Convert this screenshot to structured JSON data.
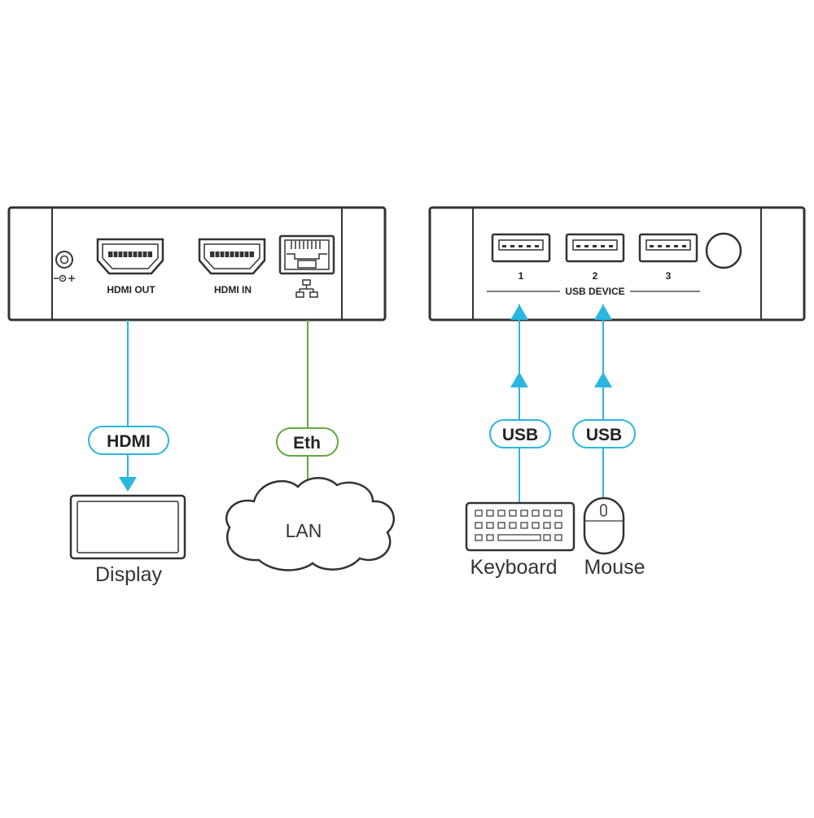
{
  "left_device": {
    "ports": {
      "hdmi_out": "HDMI OUT",
      "hdmi_in": "HDMI IN"
    }
  },
  "right_device": {
    "usb_numbers": [
      "1",
      "2",
      "3"
    ],
    "usb_group_label": "USB DEVICE"
  },
  "connections": {
    "hdmi": "HDMI",
    "eth": "Eth",
    "usb_keyboard": "USB",
    "usb_mouse": "USB"
  },
  "devices": {
    "display": "Display",
    "lan": "LAN",
    "keyboard": "Keyboard",
    "mouse": "Mouse"
  },
  "colors": {
    "hdmi_line": "#29b6e0",
    "eth_line": "#5daa3d",
    "usb_line": "#29b6e0",
    "outline": "#333333"
  },
  "icons": {
    "power": "dc-power-jack-icon",
    "network": "network-icon"
  }
}
